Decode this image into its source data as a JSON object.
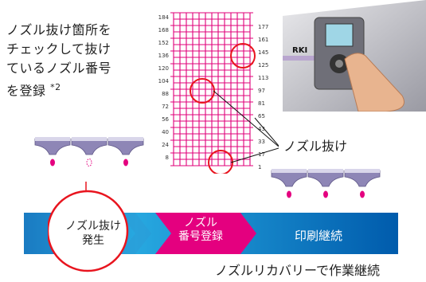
{
  "description": {
    "lines": [
      "ノズル抜け箇所を",
      "チェックして抜け",
      "ているノズル番号",
      "を登録 "
    ],
    "note_mark": "*2"
  },
  "pattern": {
    "left_ticks": [
      "184",
      "168",
      "152",
      "136",
      "120",
      "104",
      "88",
      "72",
      "56",
      "40",
      "24",
      "8"
    ],
    "right_ticks": [
      "177",
      "161",
      "145",
      "125",
      "113",
      "97",
      "81",
      "65",
      "43",
      "33",
      "17",
      "1"
    ],
    "grid_color": "#e0007a",
    "circle_color": "#e8141e"
  },
  "callout_label": "ノズル抜け",
  "flow": {
    "stage1": "ノズル抜け\n発生",
    "stage2": "ノズル\n番号登録",
    "stage3": "印刷継続",
    "colors": {
      "dark": "#005bac",
      "light": "#27a8e0",
      "magenta": "#e4007f"
    }
  },
  "footer": "ノズルリカバリーで作業継続",
  "photo": {
    "brand_text": "RKI"
  }
}
